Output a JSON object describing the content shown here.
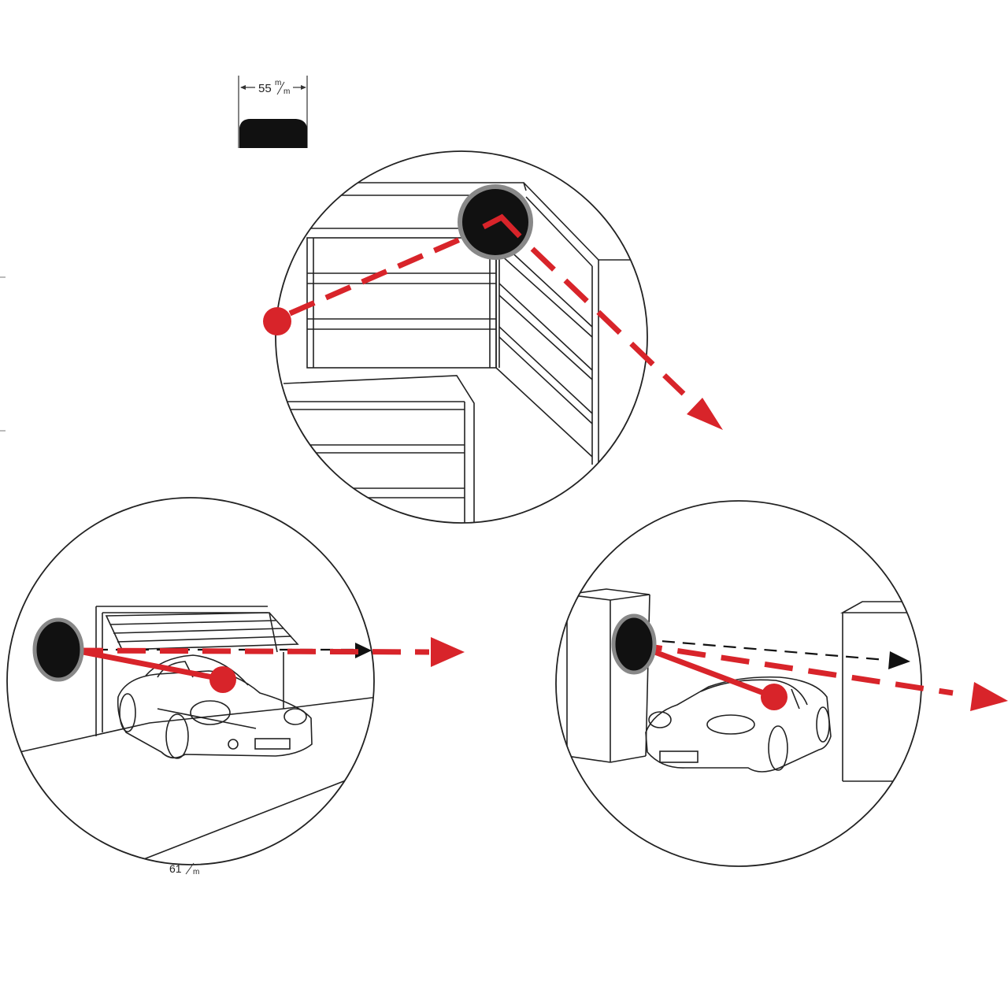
{
  "dimension_top": {
    "number": "55",
    "unit_top": "m",
    "unit_bottom": "m"
  },
  "dimension_bottom": {
    "number": "61",
    "unit_top": "",
    "unit_bottom": "m"
  },
  "colors": {
    "beam_red": "#d8242a",
    "mirror_black": "#111111",
    "line": "#222222"
  },
  "icons": {
    "mirror": "convex-mirror-icon",
    "observer": "observer-dot-icon",
    "arrow": "direction-arrow-icon",
    "car": "car-icon"
  }
}
